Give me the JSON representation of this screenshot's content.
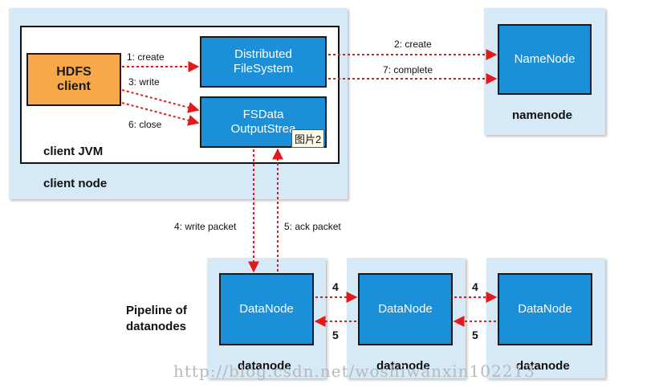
{
  "client_node": {
    "label": "client node",
    "jvm_label": "client JVM",
    "hdfs_client": "HDFS\nclient",
    "distributed_fs": "Distributed\nFileSystem",
    "fsdata_stream": "FSData\nOutputStrea",
    "tooltip": "图片2"
  },
  "namenode": {
    "box": "NameNode",
    "label": "namenode"
  },
  "pipeline_label": "Pipeline of\ndatanodes",
  "datanodes": [
    {
      "box": "DataNode",
      "label": "datanode"
    },
    {
      "box": "DataNode",
      "label": "datanode"
    },
    {
      "box": "DataNode",
      "label": "datanode"
    }
  ],
  "steps": {
    "create": "1: create",
    "write": "3: write",
    "close": "6: close",
    "nn_create": "2: create",
    "complete": "7: complete",
    "write_packet": "4: write packet",
    "ack_packet": "5: ack packet",
    "fwd_a": "4",
    "back_a": "5",
    "fwd_b": "4",
    "back_b": "5"
  },
  "watermark": "http://blog.csdn.net/woshiwanxin102213",
  "colors": {
    "accent_blue": "#1b8fd8",
    "client_orange": "#f7a94a",
    "arrow_red": "#e01b1b",
    "panel_bg": "#d6e9f6"
  }
}
